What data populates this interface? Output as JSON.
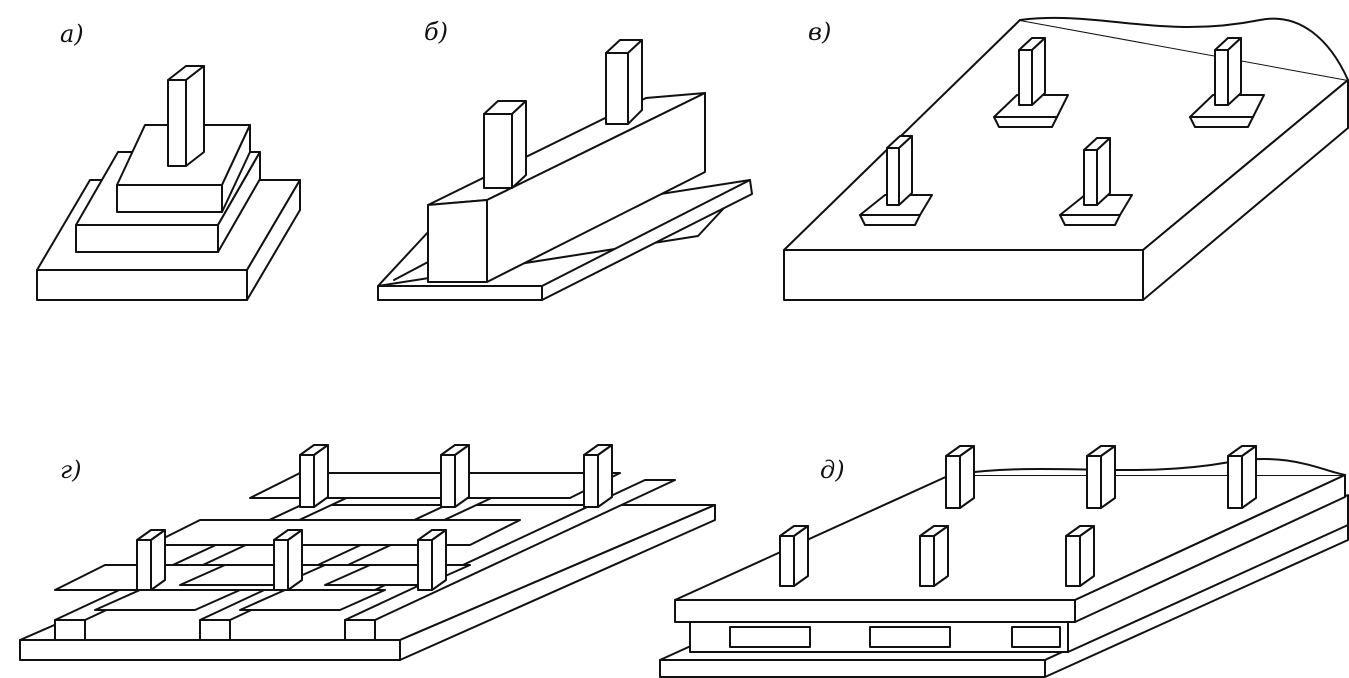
{
  "labels": {
    "a": "а)",
    "b": "б)",
    "v": "в)",
    "g": "г)",
    "d": "д)"
  }
}
